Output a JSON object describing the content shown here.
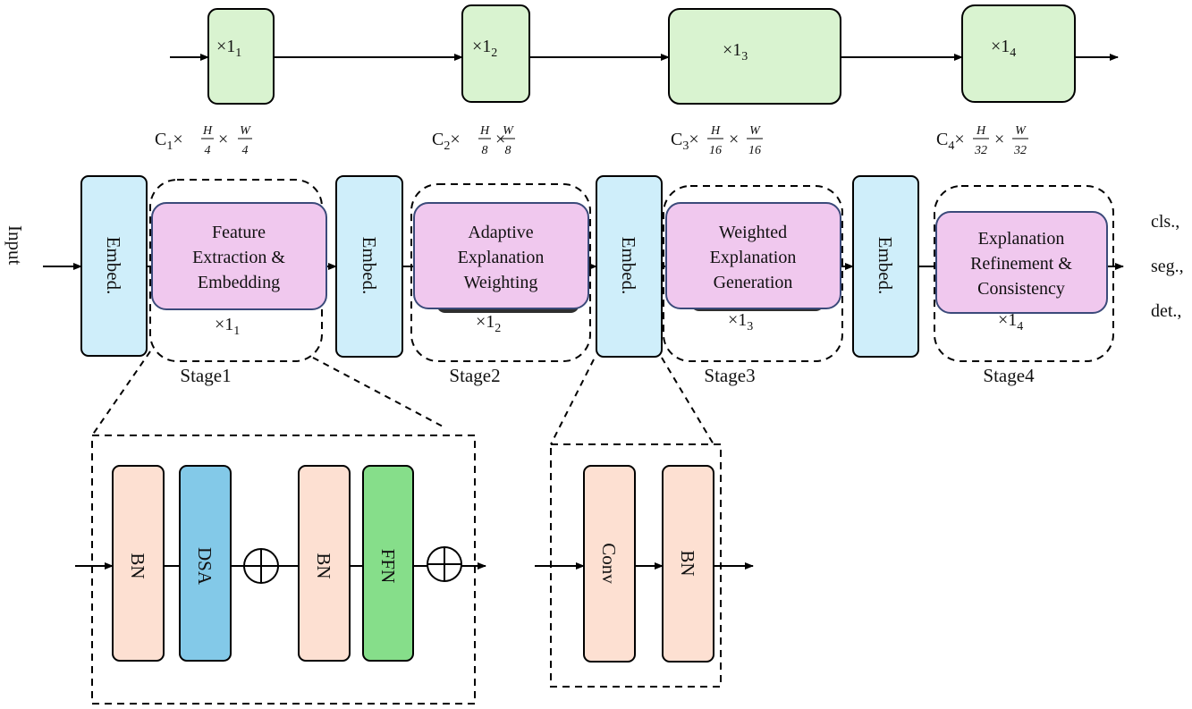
{
  "top_row": {
    "repeats": [
      {
        "base": "×1",
        "sub": "1"
      },
      {
        "base": "×1",
        "sub": "2"
      },
      {
        "base": "×1",
        "sub": "3"
      },
      {
        "base": "×1",
        "sub": "4"
      }
    ],
    "dims": [
      {
        "c": "C",
        "c_sub": "1",
        "h": "H",
        "h_den": "4",
        "w": "W",
        "w_den": "4"
      },
      {
        "c": "C",
        "c_sub": "2",
        "h": "H",
        "h_den": "8",
        "w": "W",
        "w_den": "8"
      },
      {
        "c": "C",
        "c_sub": "3",
        "h": "H",
        "h_den": "16",
        "w": "W",
        "w_den": "16"
      },
      {
        "c": "C",
        "c_sub": "4",
        "h": "H",
        "h_den": "32",
        "w": "W",
        "w_den": "32"
      }
    ]
  },
  "input_label": "Input",
  "embed_label": "Embed.",
  "stages": [
    {
      "lines": [
        "Feature",
        "Extraction &",
        "Embedding"
      ],
      "rep_base": "×1",
      "rep_sub": "1",
      "name": "Stage1"
    },
    {
      "lines": [
        "Adaptive",
        "Explanation",
        "Weighting"
      ],
      "rep_base": "×1",
      "rep_sub": "2",
      "name": "Stage2"
    },
    {
      "lines": [
        "Weighted",
        "Explanation",
        "Generation"
      ],
      "rep_base": "×1",
      "rep_sub": "3",
      "name": "Stage3"
    },
    {
      "lines": [
        "Explanation",
        "Refinement &",
        "Consistency"
      ],
      "rep_base": "×1",
      "rep_sub": "4",
      "name": "Stage4"
    }
  ],
  "outputs": [
    "cls.,",
    "seg.,",
    "det.,"
  ],
  "stage_detail": {
    "blocks": [
      {
        "label": "BN",
        "color": "#fde0d2"
      },
      {
        "label": "DSA",
        "color": "#83c9e8"
      },
      {
        "label": "BN",
        "color": "#fde0d2"
      },
      {
        "label": "FFN",
        "color": "#86de8a"
      }
    ]
  },
  "embed_detail": {
    "blocks": [
      {
        "label": "Conv",
        "color": "#fde0d2"
      },
      {
        "label": "BN",
        "color": "#fde0d2"
      }
    ]
  },
  "colors": {
    "green_box": "#d9f3d0",
    "embed_box": "#cfeefa",
    "stage_box": "#f0c8ee",
    "stage_box_border": "#3b4a7a"
  }
}
